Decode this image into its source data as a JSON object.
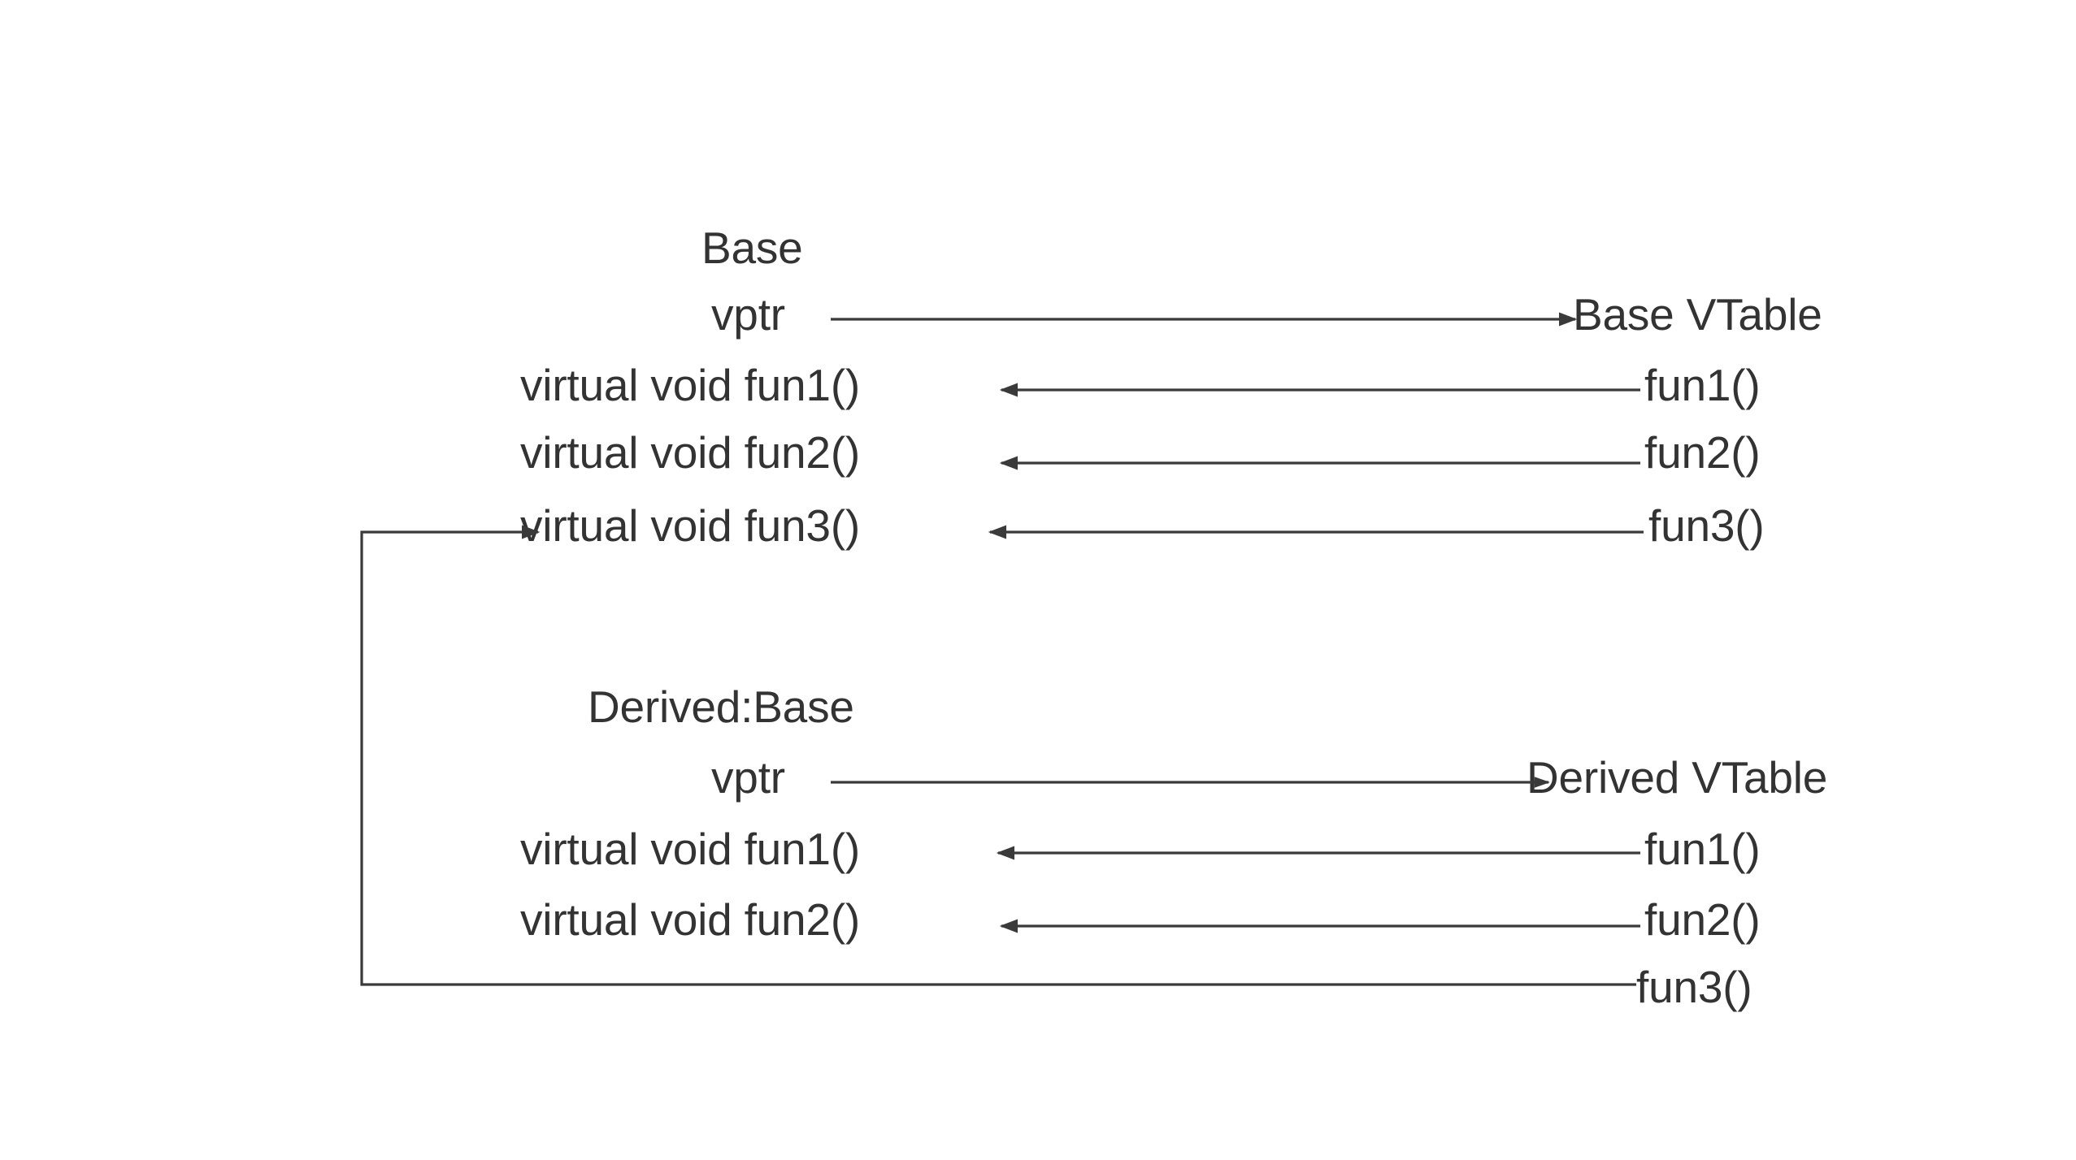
{
  "diagram": {
    "title_hidden": "C++ virtual function table (vtable) layout",
    "stroke_color": "#3a3a3a",
    "text_color": "#333333",
    "background": "#ffffff"
  },
  "base_object": {
    "title": "Base",
    "vptr_label": "vptr",
    "members": [
      "virtual void fun1()",
      "virtual void fun2()",
      "virtual void fun3()"
    ]
  },
  "base_vtable": {
    "title": "Base VTable",
    "entries": [
      "fun1()",
      "fun2()",
      "fun3()"
    ]
  },
  "derived_object": {
    "title": "Derived:Base",
    "vptr_label": "vptr",
    "members": [
      "virtual void fun1()",
      "virtual void fun2()"
    ]
  },
  "derived_vtable": {
    "title": "Derived VTable",
    "entries": [
      "fun1()",
      "fun2()",
      "fun3()"
    ]
  }
}
